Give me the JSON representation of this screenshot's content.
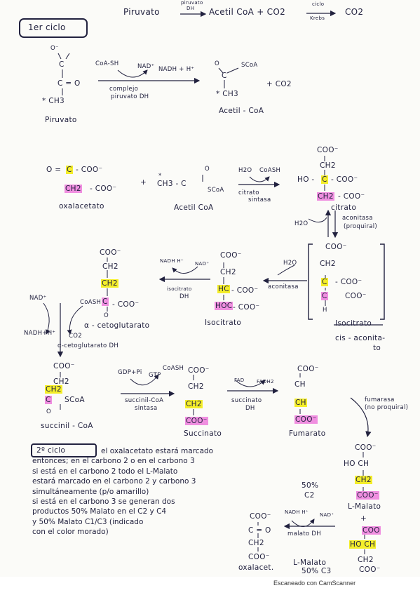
{
  "header": {
    "cycle_label": "1er ciclo",
    "eq_left": "Piruvato",
    "eq_arrow_top": "piruvato",
    "eq_arrow_bottom": "DH",
    "eq_right": "Acetil CoA + CO2",
    "eq_arrow2_top": "ciclo",
    "eq_arrow2_bottom": "Krebs",
    "eq_product": "CO2"
  },
  "reaction1": {
    "o_minus": "O⁻",
    "c_top": "C",
    "c_ketone": "C = O",
    "methyl": "* CH3",
    "name_pyruvate": "Piruvato",
    "coa_sh": "CoA-SH",
    "nad": "NAD⁺",
    "nadh": "NADH + H⁺",
    "enzyme_1": "complejo",
    "enzyme_2": "piruvato DH",
    "o_acetyl": "O",
    "scoa": "SCoA",
    "c_acetyl": "C",
    "ch3_acetyl": "* CH3",
    "plus_co2": "+ CO2",
    "name_acetylcoa": "Acetil - CoA"
  },
  "row2": {
    "oxa_line1_pre": "O =",
    "oxa_c": "C",
    "oxa_line1_post": "- COO⁻",
    "oxa_ch2": "CH2",
    "oxa_line2_post": "- COO⁻",
    "name_oxaloacetate": "oxalacetato",
    "plus": "+",
    "acetyl_star": "*",
    "acetyl_ch3": "CH3 - C",
    "acetyl_o": "O",
    "acetyl_scoa": "SCoA",
    "name_acetylcoa": "Acetil CoA",
    "h2o": "H2O",
    "coash": "CoASH",
    "enzyme_citrate_1": "citrato",
    "enzyme_citrate_2": "sintasa",
    "cit_coo_top": "COO⁻",
    "cit_ch2_top": "CH2",
    "cit_ho": "HO -",
    "cit_c": "C",
    "cit_coo_right": "- COO⁻",
    "cit_ch2_bottom": "CH2",
    "cit_coo_bottom": "- COO⁻",
    "name_citrate": "citrato",
    "h2o_aconitase": "H2O",
    "aconitase_1": "aconitasa",
    "aconitase_2": "(proquiral)"
  },
  "row3": {
    "akg_coo": "COO⁻",
    "akg_ch2_a": "CH2",
    "akg_ch2_b": "CH2",
    "akg_c": "C",
    "akg_coo_right": "- COO⁻",
    "akg_o": "O",
    "coash": "CoASH",
    "name_akg": "α - cetoglutarato",
    "nadh_iso": "NADH H⁺",
    "nad_iso": "NAD⁺",
    "isocit_dh_1": "isocitrato",
    "isocit_dh_2": "DH",
    "iso_coo": "COO⁻",
    "iso_ch2": "CH2",
    "iso_hc": "HC",
    "iso_coo_right": "- COO⁻",
    "iso_hoc": "HOC",
    "iso_coo_bottom": "- COO⁻",
    "name_isocitrate": "Isocitrato",
    "h2o": "H2O",
    "aconitase": "aconitasa",
    "cis_coo": "COO⁻",
    "cis_ch2": "CH2",
    "cis_c1": "C",
    "cis_coo_1": "- COO⁻",
    "cis_c2": "C",
    "cis_coo_2": "COO⁻",
    "cis_h": "H",
    "name_isocitrato_crossed": "Isocitrato",
    "name_cis_1": "cis - aconita-",
    "name_cis_2": "to",
    "nad_left": "NAD⁺",
    "nadh_left": "NADH+H⁺",
    "co2": "CO2",
    "akg_dh": "α-cetoglutarato DH"
  },
  "row4": {
    "suc_coa_coo": "COO⁻",
    "suc_coa_ch2a": "CH2",
    "suc_coa_ch2b": "CH2",
    "suc_coa_c": "C",
    "suc_coa_scoa": "SCoA",
    "suc_coa_o": "O",
    "name_succinylcoa": "succinil - CoA",
    "gdp": "GDP+Pi",
    "gtp": "GTP",
    "coash": "CoASH",
    "enzyme_scs_1": "succinil-CoA",
    "enzyme_scs_2": "sintasa",
    "suc_coo": "COO⁻",
    "suc_ch2a": "CH2",
    "suc_ch2b": "CH2",
    "suc_coo_b": "COO⁻",
    "name_succinate": "Succinato",
    "fad": "FAD",
    "fadh2": "FADH2",
    "enzyme_sdh_1": "succinato",
    "enzyme_sdh_2": "DH",
    "fum_coo": "COO⁻",
    "fum_ch_a": "CH",
    "fum_ch_b": "CH",
    "fum_coo_b": "COO⁻",
    "name_fumarate": "Fumarato",
    "fumarase_1": "fumarasa",
    "fumarase_2": "(no proquiral)"
  },
  "note": {
    "cycle_label": "2º ciclo",
    "text": "el oxalacetato estará marcado\nentonces; en el carbono 2 o en el carbono 3\nsi está en el carbono 2 todo el L-Malato\nestará marcado en el carbono 2 y carbono 3\nsimultáneamente (p/o amarillo)\nsi está en el carbono 3 se generan dos\nproductos 50% Malato en el C2 y C4\ny 50% Malato C1/C3 (indicado\ncon el color morado)"
  },
  "row5": {
    "mal_coo": "COO⁻",
    "mal_hoch": "HO CH",
    "mal_ch2": "CH2",
    "mal_coo_b": "COO⁻",
    "name_lmalate": "L-Malato",
    "pct50_a": "50%",
    "c2": "C2",
    "plus": "+",
    "nadh": "NADH H⁺",
    "nad": "NAD⁺",
    "malate_dh": "malato DH",
    "oxa_coo": "COO⁻",
    "oxa_co": "C = O",
    "oxa_ch2": "CH2",
    "oxa_coo_b": "COO⁻",
    "name_oxa": "oxalacet.",
    "mal2_coo": "COO",
    "mal2_hoch": "HO CH",
    "mal2_ch2": "CH2",
    "mal2_coo_b": "COO⁻",
    "name_lmalate2": "L-Malato",
    "pct50_b": "50% C3"
  },
  "footer": "Escaneado con CamScanner",
  "colors": {
    "ink": "#22223f",
    "highlight_yellow": "#f4ee2a",
    "highlight_pink": "#f08fe0",
    "paper": "#fbfbf8"
  }
}
